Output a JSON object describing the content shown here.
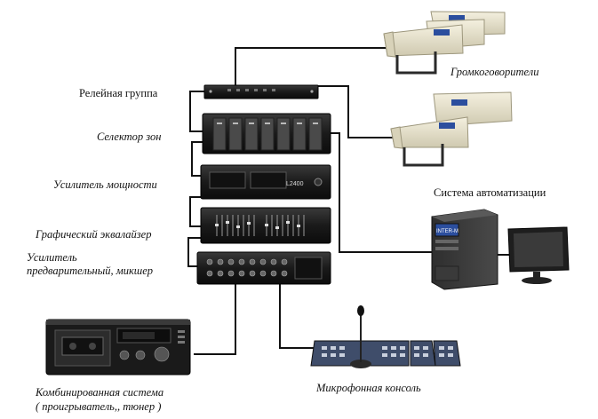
{
  "labels": {
    "loudspeakers": "Громкоговорители",
    "relay_group": "Релейная группа",
    "zone_selector": "Селектор зон",
    "power_amp": "Усилитель мощности",
    "graphic_eq": "Графический эквалайзер",
    "preamp_line1": "Усилитель",
    "preamp_line2": "предварительный, микшер",
    "automation": "Система автоматизации",
    "combo_line1": "Комбинированная система",
    "combo_line2": "( проигрыватель,, тюнер )",
    "mic_console": "Микрофонная консоль"
  },
  "device_text": {
    "power_amp_model": "L2400",
    "pc_sticker": "INTER-M"
  },
  "colors": {
    "cable": "#111111",
    "rack": "#1c1c1c",
    "speaker_body": "#e9e4cf",
    "speaker_dark": "#2a2a2a",
    "monitor": "#222222",
    "label_blue": "#2b4e9e"
  }
}
